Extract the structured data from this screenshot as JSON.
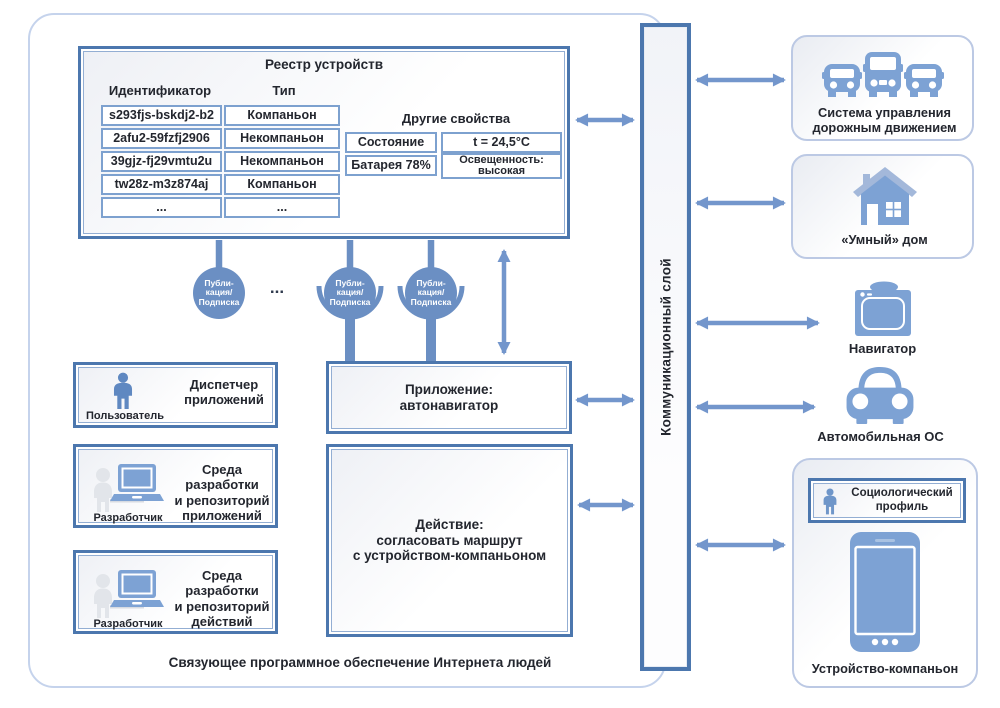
{
  "registry": {
    "title": "Реестр устройств",
    "columns": {
      "id": "Идентификатор",
      "type": "Тип"
    },
    "rows": [
      {
        "id": "s293fjs-bskdj2-b2",
        "type": "Компаньон"
      },
      {
        "id": "2afu2-59fzfj2906",
        "type": "Некомпаньон"
      },
      {
        "id": "39gjz-fj29vmtu2u",
        "type": "Некомпаньон"
      },
      {
        "id": "tw28z-m3z874aj",
        "type": "Компаньон"
      },
      {
        "id": "...",
        "type": "..."
      }
    ],
    "other_properties": {
      "title": "Другие свойства",
      "state": "Состояние",
      "temperature": "t = 24,5°C",
      "battery": "Батарея 78%",
      "illumination": "Освещенность:\nвысокая"
    }
  },
  "pubsub": {
    "circle_label": "Публи-\nкация/\nПодписка",
    "ellipsis": "..."
  },
  "left_column": {
    "dispatcher": {
      "title": "Диспетчер\nприложений",
      "actor": "Пользователь"
    },
    "dev_apps": {
      "title": "Среда разработки\nи репозиторий\nприложений",
      "actor": "Разработчик"
    },
    "dev_actions": {
      "title": "Среда разработки\nи репозиторий\nдействий",
      "actor": "Разработчик"
    }
  },
  "middle": {
    "application": "Приложение:\nавтонавигатор",
    "action": "Действие:\nсогласовать маршрут\nс устройством-компаньоном"
  },
  "comm_layer": {
    "label": "Коммуникационный слой"
  },
  "right_column": {
    "traffic": "Система управления\nдорожным движением",
    "smart_home": "«Умный» дом",
    "navigator": "Навигатор",
    "car_os": "Автомобильная ОС",
    "profile": "Социологический\nпрофиль",
    "companion": "Устройство-компаньон"
  },
  "footer": "Связующее программное обеспечение Интернета людей",
  "colors": {
    "accent_border": "#4c77ae",
    "arrow": "#7396cc",
    "icon_fill": "#7da2d4",
    "pubsub_circle": "#6b8fc3",
    "light_border": "#c5d3ec",
    "cell_border": "#7da1cf",
    "text": "#23262e"
  }
}
